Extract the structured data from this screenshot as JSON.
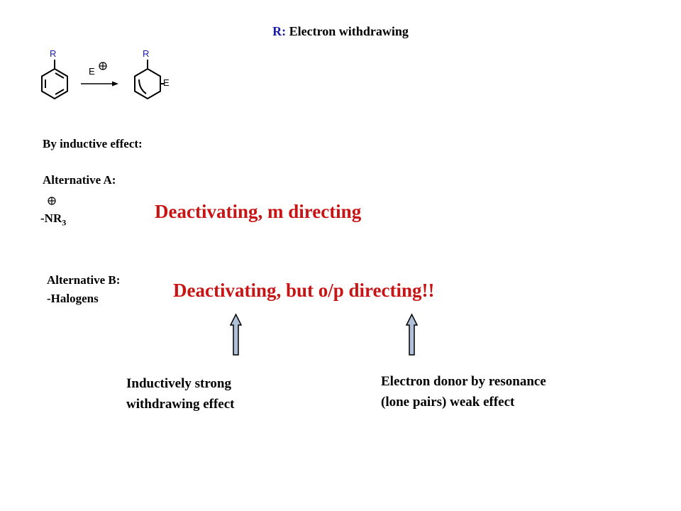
{
  "header": {
    "r_label": "R:",
    "title_rest": " Electron withdrawing"
  },
  "scheme": {
    "substituent_1": "R",
    "reagent": "E",
    "substituent_2": "R",
    "product_group": "E"
  },
  "inductive": {
    "heading": "By inductive  effect:",
    "alt_a_label": "Alternative A:",
    "nr3_prefix": "-NR",
    "nr3_sub": "3",
    "alt_a_result": "Deactivating, m directing",
    "alt_b_label": "Alternative B:",
    "alt_b_group": "-Halogens",
    "alt_b_result": "Deactivating, but o/p directing!!"
  },
  "notes": {
    "left_line1": "Inductively strong",
    "left_line2": "withdrawing effect",
    "right_line1": "Electron donor by resonance",
    "right_line2": "(lone pairs) weak effect"
  },
  "colors": {
    "accent_blue": "#1a1aa8",
    "result_red": "#c81414",
    "arrow_fill": "#b0c0d8"
  }
}
